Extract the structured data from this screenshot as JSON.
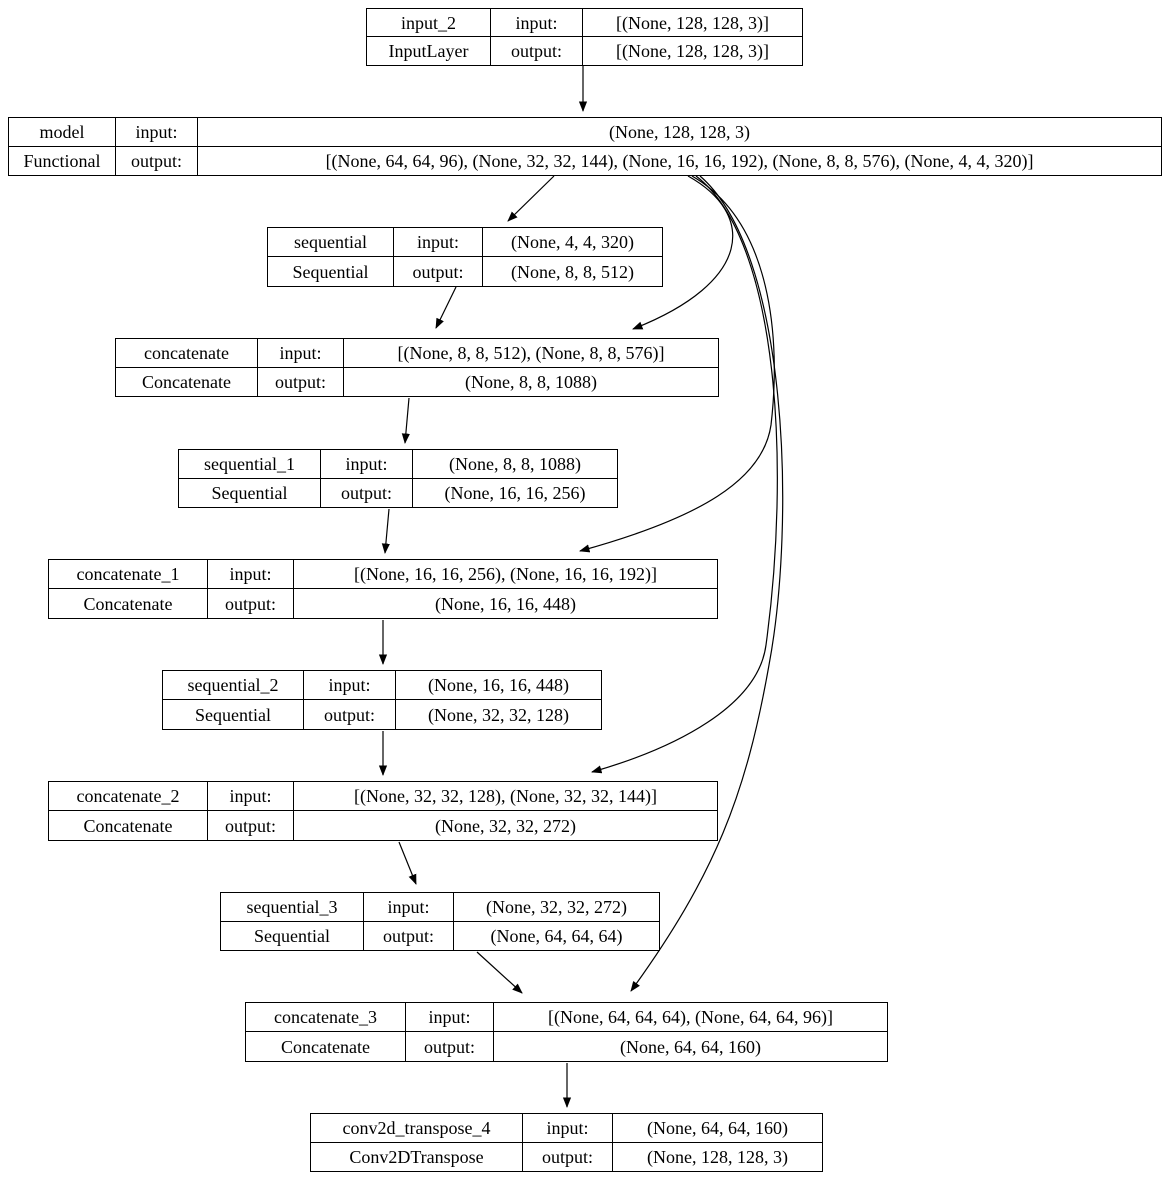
{
  "diagram_type": "keras-model-plot",
  "colors": {
    "background": "#ffffff",
    "line": "#000000",
    "text": "#000000",
    "box_fill": "#ffffff"
  },
  "labels": {
    "input": "input:",
    "output": "output:"
  },
  "nodes": [
    {
      "id": "input_2",
      "name": "input_2",
      "class": "InputLayer",
      "input_shape": "[(None, 128, 128, 3)]",
      "output_shape": "[(None, 128, 128, 3)]"
    },
    {
      "id": "model",
      "name": "model",
      "class": "Functional",
      "input_shape": "(None, 128, 128, 3)",
      "output_shape": "[(None, 64, 64, 96), (None, 32, 32, 144), (None, 16, 16, 192), (None, 8, 8, 576), (None, 4, 4, 320)]"
    },
    {
      "id": "sequential",
      "name": "sequential",
      "class": "Sequential",
      "input_shape": "(None, 4, 4, 320)",
      "output_shape": "(None, 8, 8, 512)"
    },
    {
      "id": "concatenate",
      "name": "concatenate",
      "class": "Concatenate",
      "input_shape": "[(None, 8, 8, 512), (None, 8, 8, 576)]",
      "output_shape": "(None, 8, 8, 1088)"
    },
    {
      "id": "sequential_1",
      "name": "sequential_1",
      "class": "Sequential",
      "input_shape": "(None, 8, 8, 1088)",
      "output_shape": "(None, 16, 16, 256)"
    },
    {
      "id": "concatenate_1",
      "name": "concatenate_1",
      "class": "Concatenate",
      "input_shape": "[(None, 16, 16, 256), (None, 16, 16, 192)]",
      "output_shape": "(None, 16, 16, 448)"
    },
    {
      "id": "sequential_2",
      "name": "sequential_2",
      "class": "Sequential",
      "input_shape": "(None, 16, 16, 448)",
      "output_shape": "(None, 32, 32, 128)"
    },
    {
      "id": "concatenate_2",
      "name": "concatenate_2",
      "class": "Concatenate",
      "input_shape": "[(None, 32, 32, 128), (None, 32, 32, 144)]",
      "output_shape": "(None, 32, 32, 272)"
    },
    {
      "id": "sequential_3",
      "name": "sequential_3",
      "class": "Sequential",
      "input_shape": "(None, 32, 32, 272)",
      "output_shape": "(None, 64, 64, 64)"
    },
    {
      "id": "concatenate_3",
      "name": "concatenate_3",
      "class": "Concatenate",
      "input_shape": "[(None, 64, 64, 64), (None, 64, 64, 96)]",
      "output_shape": "(None, 64, 64, 160)"
    },
    {
      "id": "conv2d_transpose_4",
      "name": "conv2d_transpose_4",
      "class": "Conv2DTranspose",
      "input_shape": "(None, 64, 64, 160)",
      "output_shape": "(None, 128, 128, 3)"
    }
  ],
  "edges": [
    {
      "from": "input_2",
      "to": "model"
    },
    {
      "from": "model",
      "to": "sequential"
    },
    {
      "from": "model",
      "to": "concatenate"
    },
    {
      "from": "sequential",
      "to": "concatenate"
    },
    {
      "from": "concatenate",
      "to": "sequential_1"
    },
    {
      "from": "sequential_1",
      "to": "concatenate_1"
    },
    {
      "from": "model",
      "to": "concatenate_1"
    },
    {
      "from": "concatenate_1",
      "to": "sequential_2"
    },
    {
      "from": "sequential_2",
      "to": "concatenate_2"
    },
    {
      "from": "model",
      "to": "concatenate_2"
    },
    {
      "from": "concatenate_2",
      "to": "sequential_3"
    },
    {
      "from": "sequential_3",
      "to": "concatenate_3"
    },
    {
      "from": "model",
      "to": "concatenate_3"
    },
    {
      "from": "concatenate_3",
      "to": "conv2d_transpose_4"
    }
  ]
}
